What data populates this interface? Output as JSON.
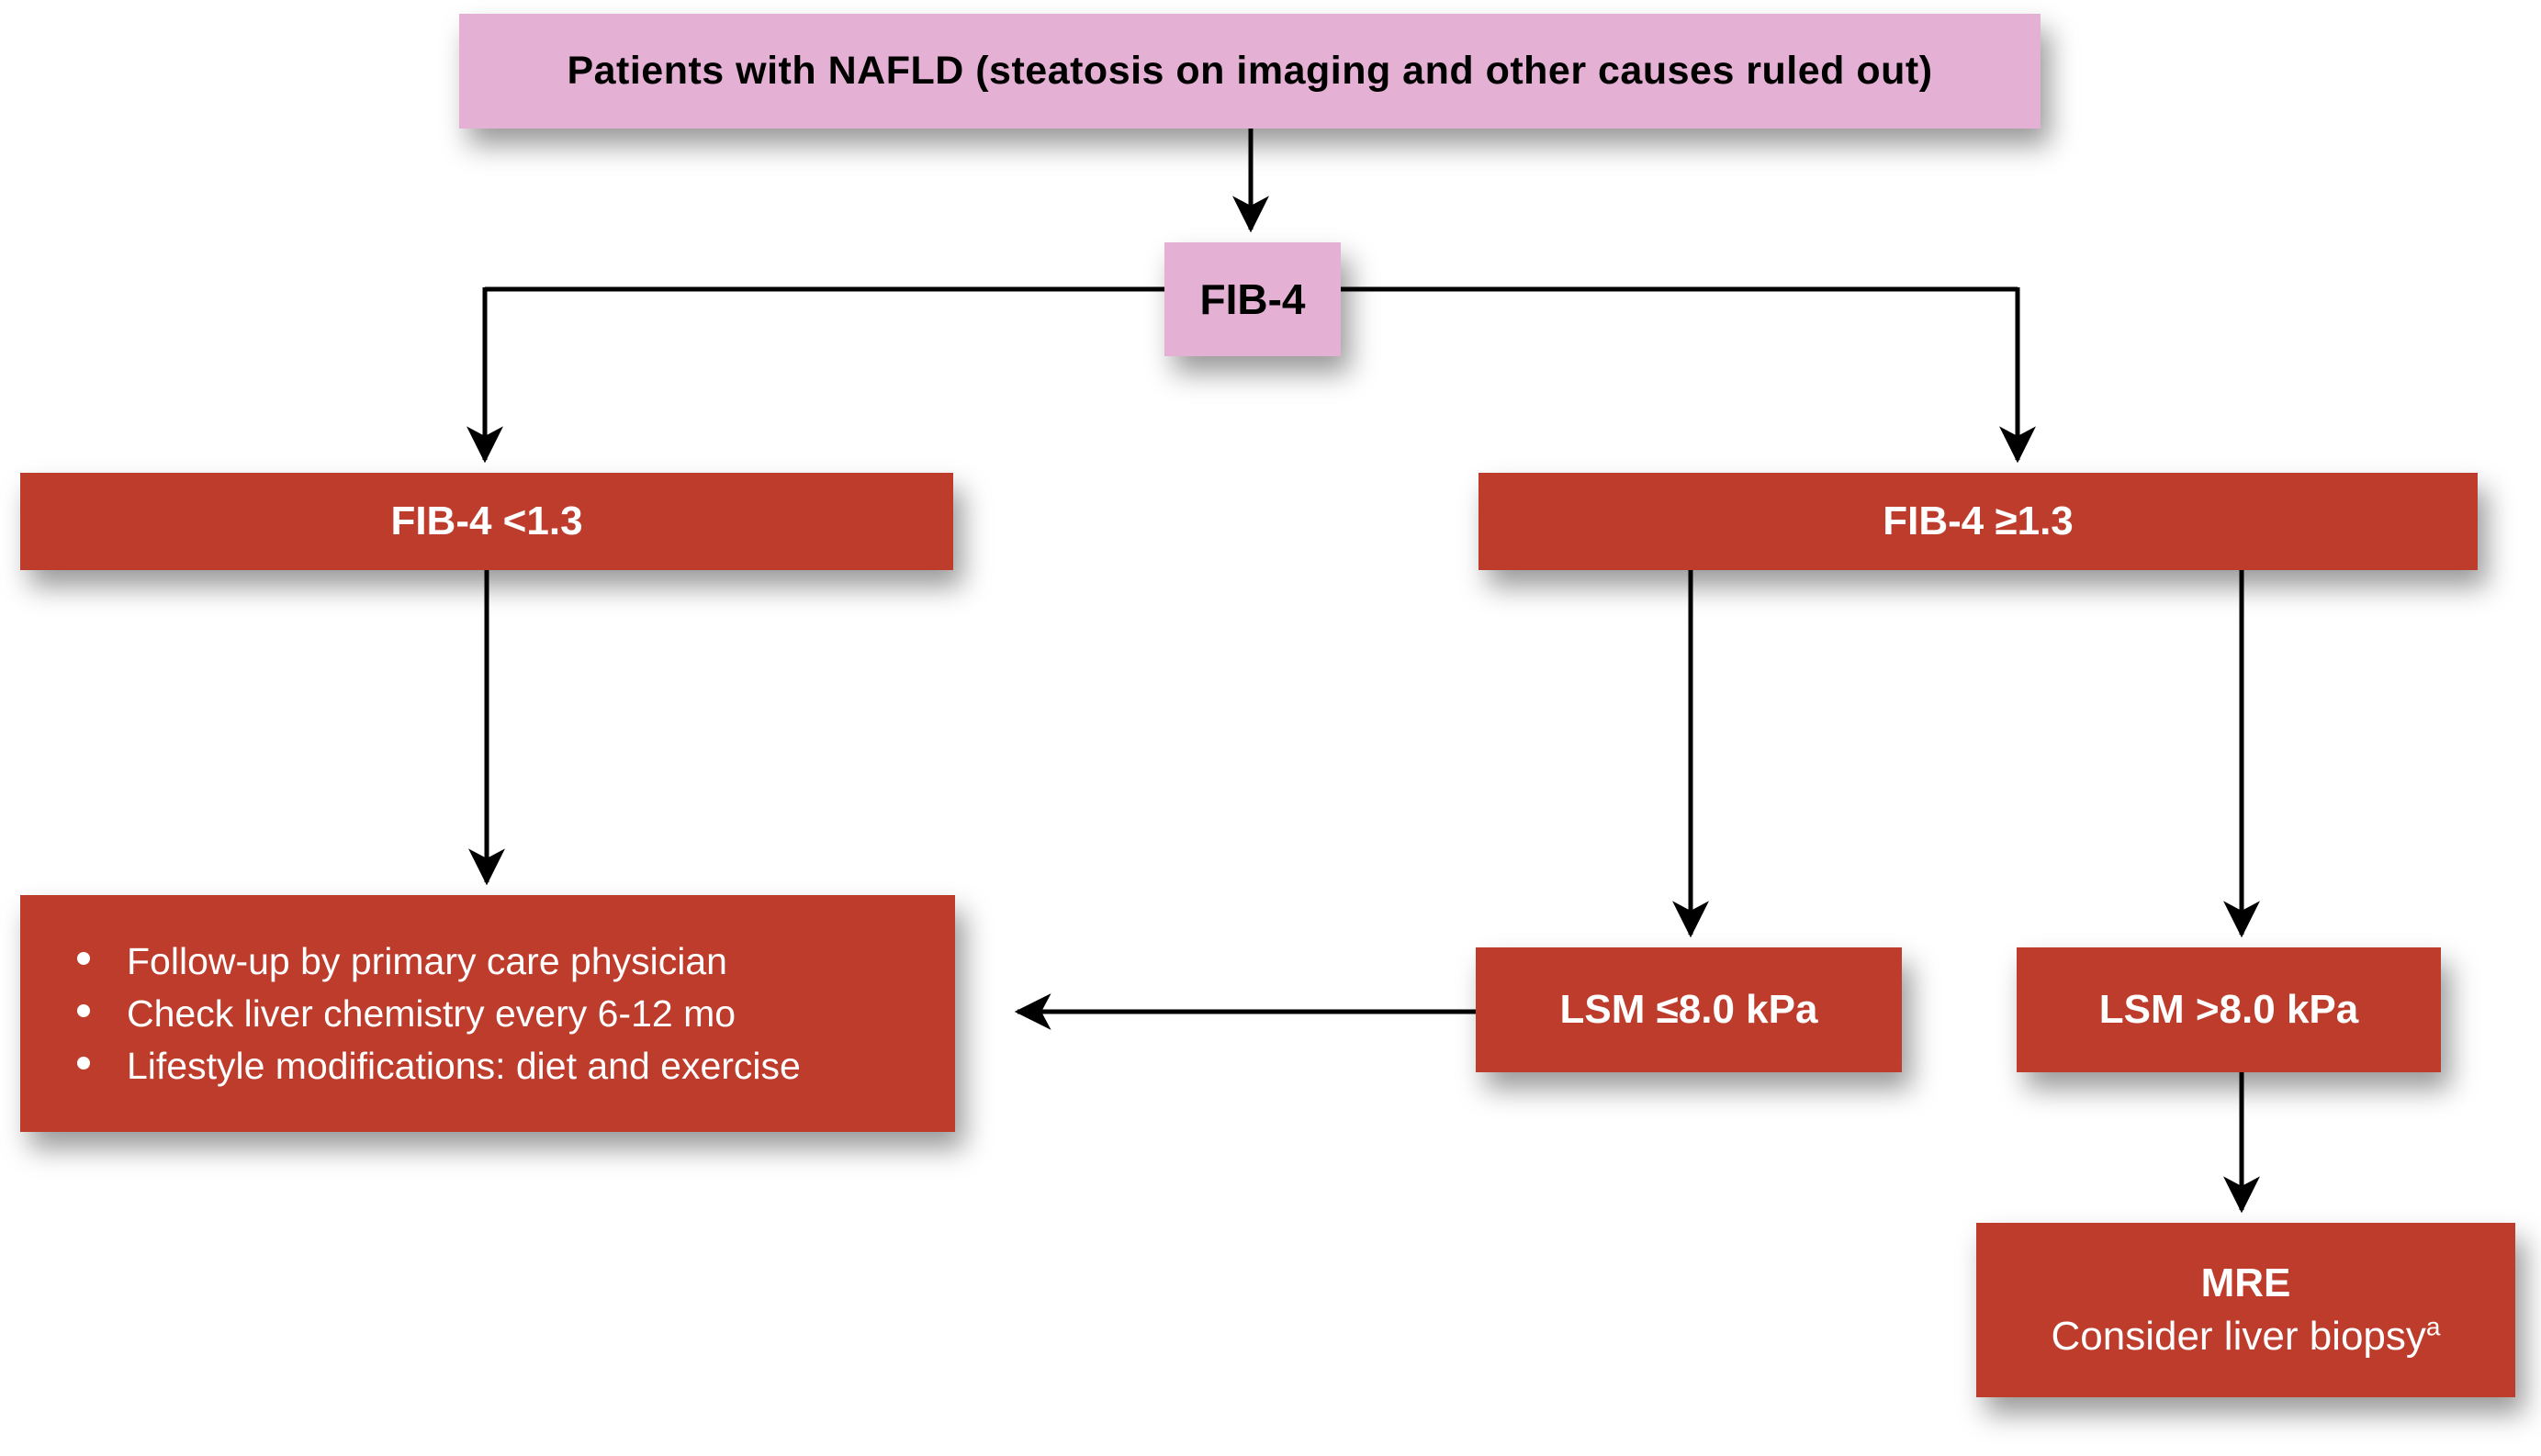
{
  "palette": {
    "pink": "#e4b0d3",
    "red": "#bd3c2c",
    "line": "#000000",
    "text_on_pink": "#000000",
    "text_on_red": "#ffffff"
  },
  "flowchart": {
    "root": {
      "label": "Patients with NAFLD (steatosis on imaging and other causes ruled out)"
    },
    "decision": {
      "label": "FIB-4"
    },
    "branch_low": {
      "label": "FIB-4 <1.3"
    },
    "branch_high": {
      "label": "FIB-4 ≥1.3"
    },
    "management": {
      "items": [
        "Follow-up by primary care physician",
        "Check liver chemistry every 6-12 mo",
        "Lifestyle modifications: diet and exercise"
      ]
    },
    "lsm_low": {
      "label": "LSM ≤8.0 kPa"
    },
    "lsm_high": {
      "label": "LSM >8.0 kPa"
    },
    "mre": {
      "line1": "MRE",
      "line2": "Consider liver biopsy",
      "footnote_marker": "a"
    }
  }
}
